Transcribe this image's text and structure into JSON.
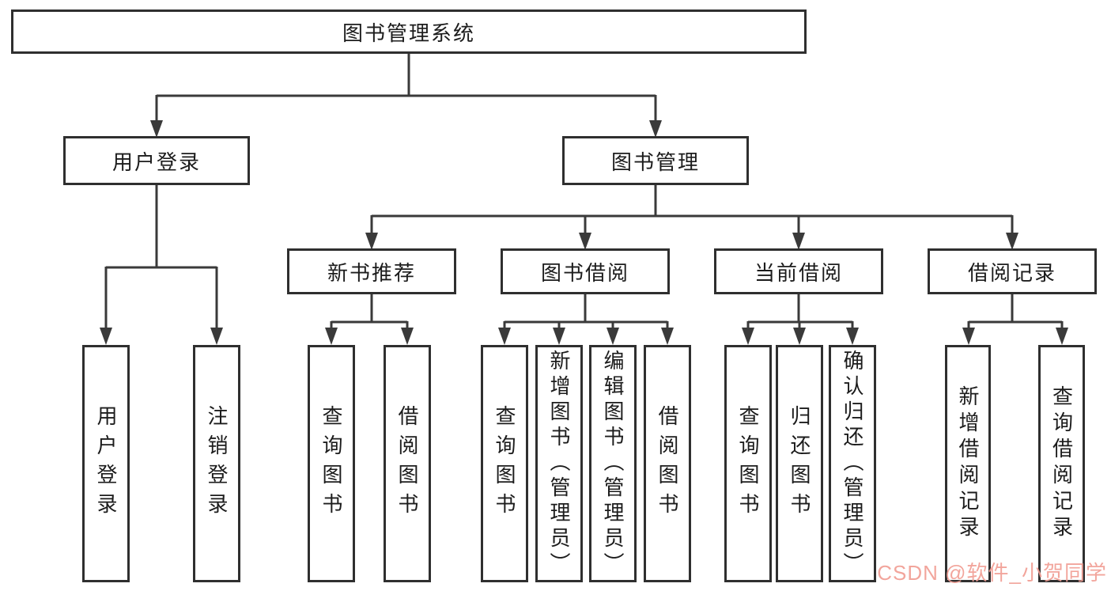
{
  "diagram": {
    "root": {
      "label": "图书管理系统"
    },
    "level2": {
      "user_login": {
        "label": "用户登录"
      },
      "book_management": {
        "label": "图书管理"
      }
    },
    "level3": {
      "new_book_recommend": {
        "label": "新书推荐"
      },
      "book_borrow": {
        "label": "图书借阅"
      },
      "current_borrow": {
        "label": "当前借阅"
      },
      "borrow_records": {
        "label": "借阅记录"
      }
    },
    "leaves": {
      "user_login_group": {
        "login": "用户登录",
        "logout": "注销登录"
      },
      "new_book_group": {
        "query_books": "查询图书",
        "borrow_books": "借阅图书"
      },
      "book_borrow_group": {
        "query_books": "查询图书",
        "add_books_admin": "新增图书（管理员）",
        "edit_books_admin": "编辑图书（管理员）",
        "borrow_books": "借阅图书"
      },
      "current_borrow_group": {
        "query_books": "查询图书",
        "return_books": "归还图书",
        "confirm_return_admin": "确认归还（管理员）"
      },
      "borrow_records_group": {
        "add_borrow_record": "新增借阅记录",
        "query_borrow_record": "查询借阅记录"
      }
    }
  },
  "watermark": {
    "text": "CSDN @软件_小贺同学",
    "color": "#f19e94"
  },
  "colors": {
    "background": "#ffffff",
    "line": "#3a3a3a",
    "box_border": "#2f2f2f",
    "text": "#1c1c1c"
  }
}
